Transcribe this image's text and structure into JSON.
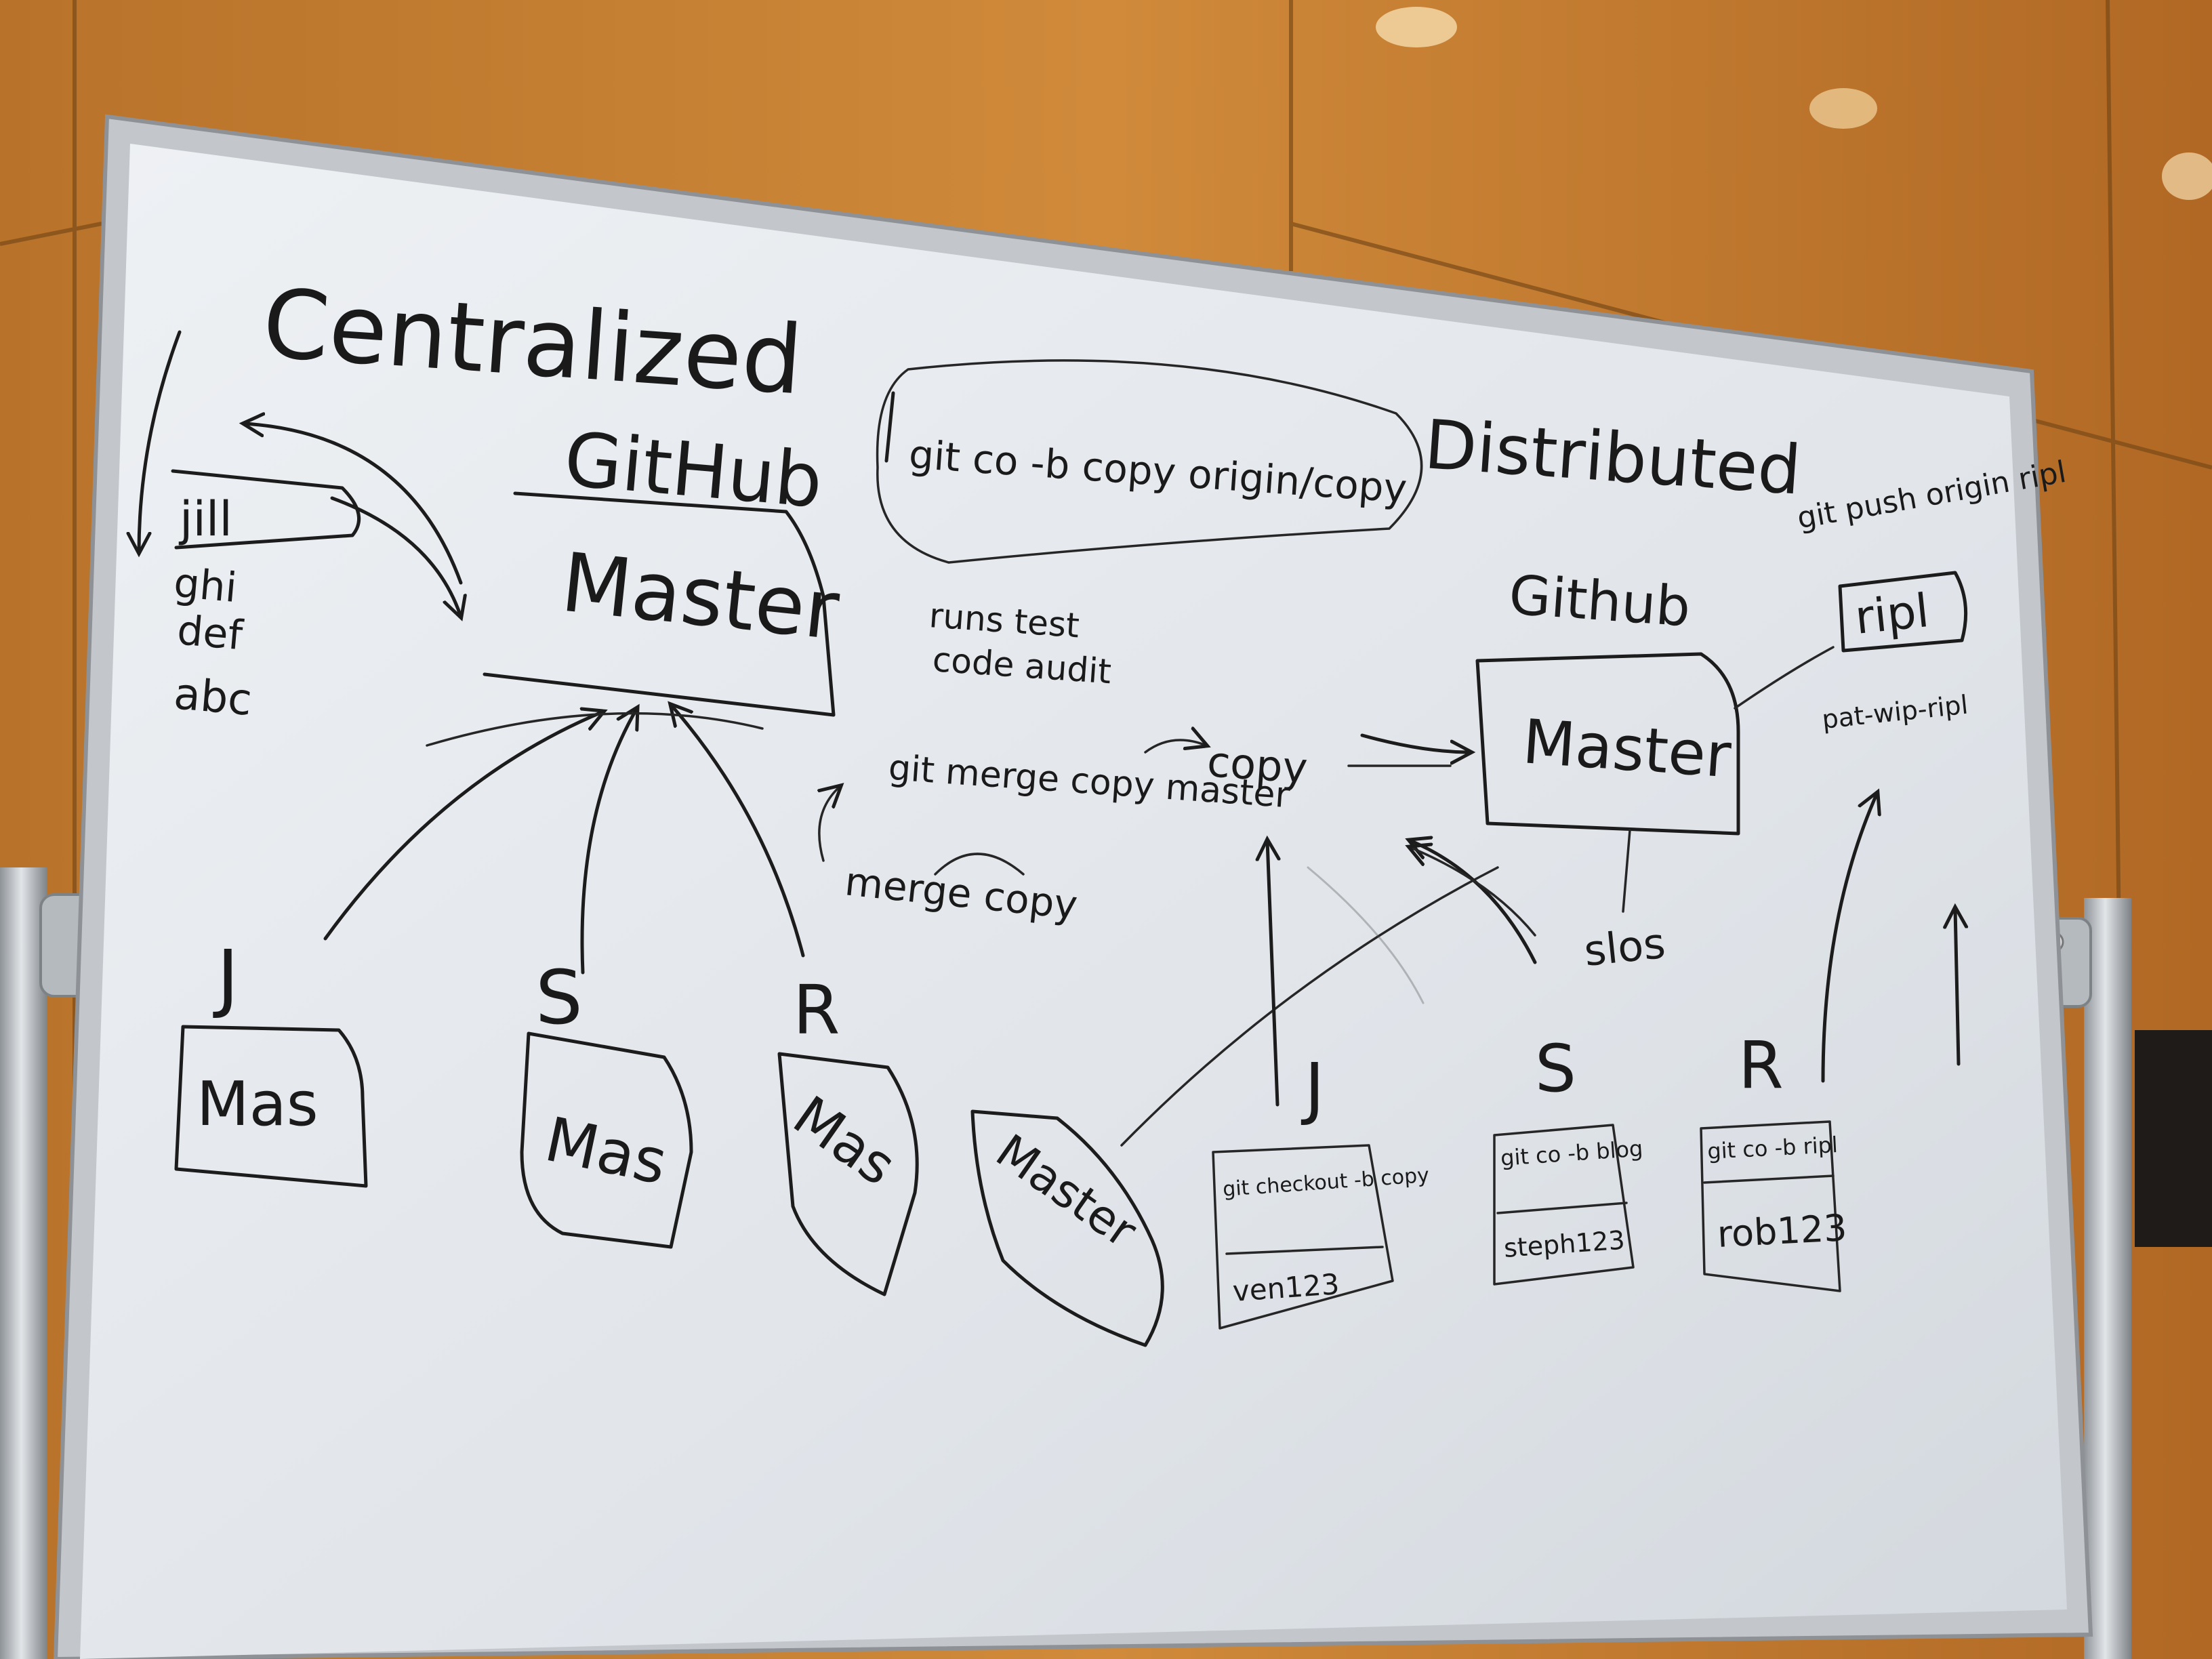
{
  "colors": {
    "wall": "#c9822f",
    "wall_dark": "#a9651f",
    "board": "#e4e8ed",
    "frame": "#bfc3c7",
    "ink": "#1a1a1a"
  },
  "left_diagram": {
    "heading": "Centralized",
    "server_label": "GitHub",
    "master_box": "Master",
    "side_box": "jill",
    "side_notes": [
      "ghi",
      "def",
      "abc"
    ],
    "users": [
      {
        "initial": "J",
        "box": "Mas"
      },
      {
        "initial": "S",
        "box": "Mas"
      },
      {
        "initial": "R",
        "box": "Mas"
      }
    ]
  },
  "middle": {
    "command_bubble": "git co -b copy origin/copy",
    "notes": [
      "runs test",
      "code audit"
    ],
    "merge_line": "git merge copy master",
    "merge_target": "copy",
    "merge_below": "merge copy",
    "floating_box": "Master"
  },
  "right_diagram": {
    "heading": "Distributed",
    "server_label": "Github",
    "master_box": "Master",
    "push_command": "git push origin ripl",
    "branch_box": "ripl",
    "branch_note": "pat-wip-ripl",
    "slop_label": "slos",
    "users": [
      {
        "initial": "J",
        "command": "git checkout -b copy",
        "branch": "ven123"
      },
      {
        "initial": "S",
        "command": "git co -b blog",
        "branch": "steph123"
      },
      {
        "initial": "R",
        "command": "git co -b ripl",
        "branch": "rob123"
      }
    ]
  }
}
